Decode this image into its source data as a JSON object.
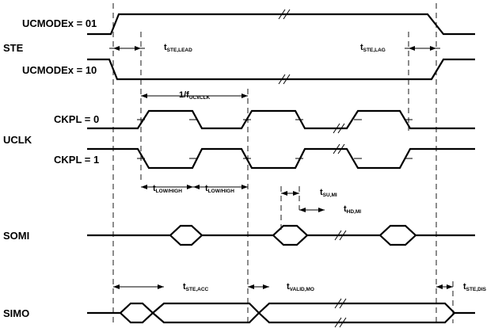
{
  "signals": {
    "ucmode_01": "UCMODEx = 01",
    "ste": "STE",
    "ucmode_10": "UCMODEx = 10",
    "ckpl_0": "CKPL = 0",
    "uclk": "UCLK",
    "ckpl_1": "CKPL = 1",
    "somi": "SOMI",
    "simo": "SIMO"
  },
  "timing": {
    "ste_lead": {
      "main": "t",
      "sub": "STE,LEAD"
    },
    "ste_lag": {
      "main": "t",
      "sub": "STE,LAG"
    },
    "clk_period": {
      "main": "1/f",
      "sub": "UCxCLK"
    },
    "low_high_1": {
      "main": "t",
      "sub": "LOW/HIGH"
    },
    "low_high_2": {
      "main": "t",
      "sub": "LOW/HIGH"
    },
    "su_mi": {
      "main": "t",
      "sub": "SU,MI"
    },
    "hd_mi": {
      "main": "t",
      "sub": "HD,MI"
    },
    "ste_acc": {
      "main": "t",
      "sub": "STE,ACC"
    },
    "valid_mo": {
      "main": "t",
      "sub": "VALID,MO"
    },
    "ste_dis": {
      "main": "t",
      "sub": "STE,DIS"
    }
  }
}
